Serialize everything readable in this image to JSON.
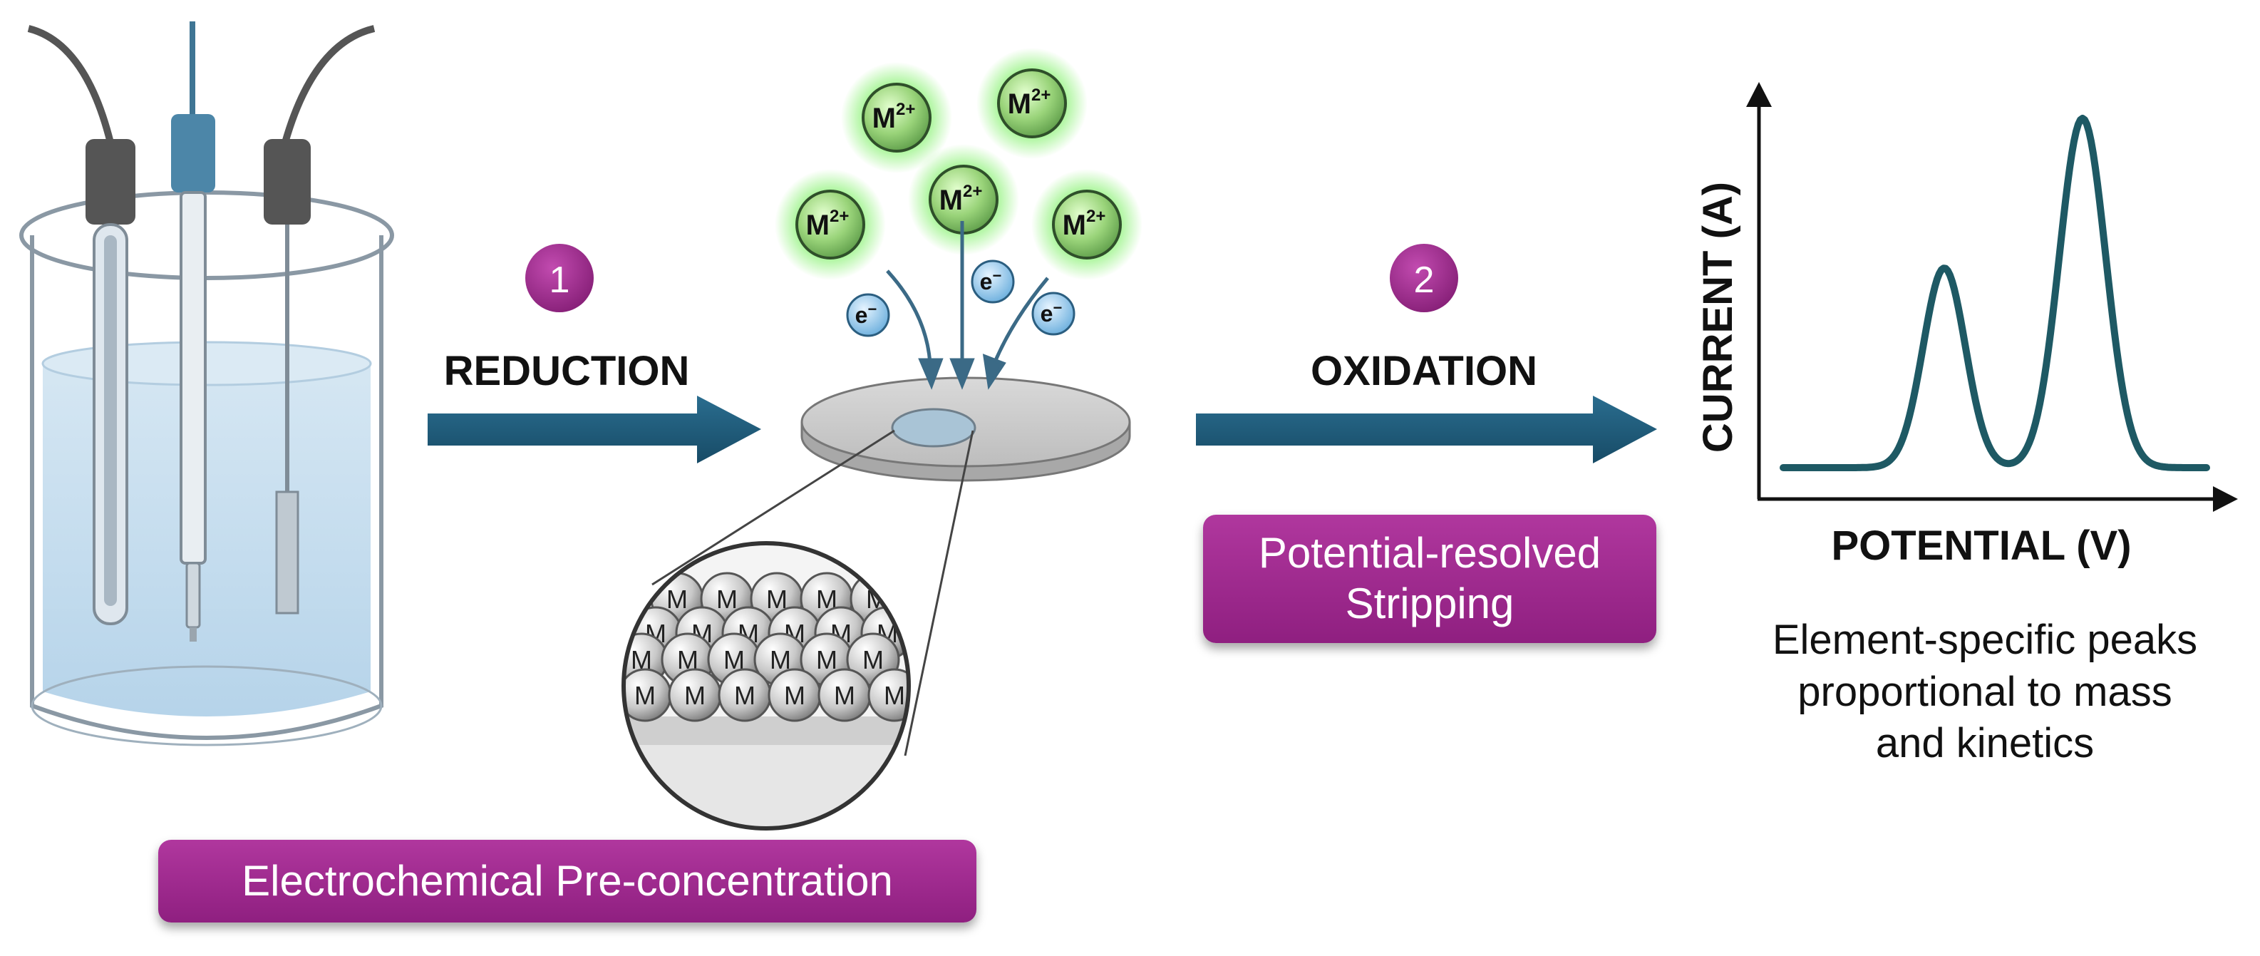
{
  "steps": [
    {
      "number": "1",
      "label": "REDUCTION"
    },
    {
      "number": "2",
      "label": "OXIDATION"
    }
  ],
  "ions": {
    "metal_ion": "M",
    "metal_charge": "2+",
    "electron": "e",
    "electron_charge": "−"
  },
  "deposit_atom": "M",
  "boxes": {
    "preconcentration": "Electrochemical Pre-concentration",
    "stripping_line1": "Potential-resolved",
    "stripping_line2": "Stripping"
  },
  "graph": {
    "ylabel": "CURRENT (A)",
    "xlabel": "POTENTIAL (V)",
    "caption_line1": "Element-specific peaks",
    "caption_line2": "proportional to mass",
    "caption_line3": "and kinetics",
    "curve_color": "#1e5964"
  },
  "colors": {
    "arrow": "#1f5a7a",
    "step_badge": "#9a2b8b",
    "ion_glow": "#7ef06a",
    "electron": "#8ec5ea"
  }
}
